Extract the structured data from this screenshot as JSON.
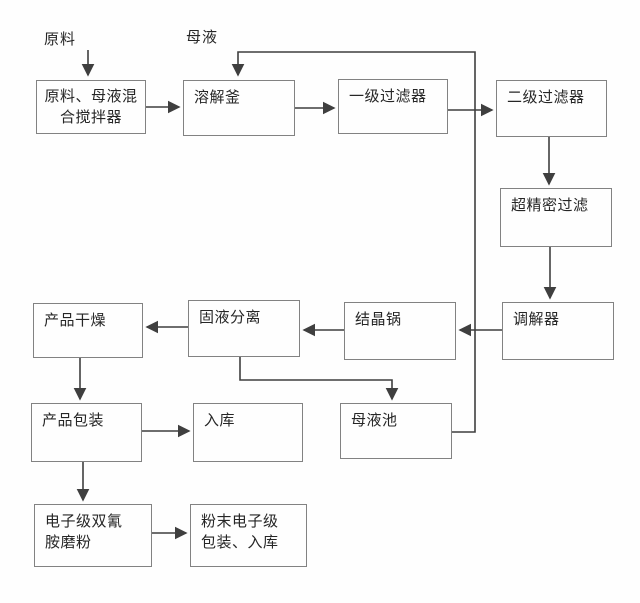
{
  "diagram": {
    "type": "flowchart",
    "language": "zh",
    "colors": {
      "background": "#fefefe",
      "box_border": "#828282",
      "line": "#3f3f3f",
      "text": "#262626"
    },
    "floating_labels": [
      {
        "id": "raw-material",
        "text": "原料"
      },
      {
        "id": "mother-liquor",
        "text": "母液"
      }
    ],
    "nodes": [
      {
        "id": "mixer",
        "label": "原料、母液混\n合搅拌器"
      },
      {
        "id": "dissolver",
        "label": "溶解釜"
      },
      {
        "id": "filter1",
        "label": "一级过滤器"
      },
      {
        "id": "filter2",
        "label": "二级过滤器"
      },
      {
        "id": "ultra-filter",
        "label": "超精密过滤"
      },
      {
        "id": "regulator",
        "label": "调解器"
      },
      {
        "id": "crystallizer",
        "label": "结晶锅"
      },
      {
        "id": "separator",
        "label": "固液分离"
      },
      {
        "id": "dryer",
        "label": "产品干燥"
      },
      {
        "id": "packaging",
        "label": "产品包装"
      },
      {
        "id": "warehouse",
        "label": "入库"
      },
      {
        "id": "mother-liquor-pool",
        "label": "母液池"
      },
      {
        "id": "grinder",
        "label": "电子级双氰\n胺磨粉"
      },
      {
        "id": "powder-packaging",
        "label": "粉末电子级\n包装、入库"
      }
    ],
    "edges": [
      {
        "from": "raw-material-label",
        "to": "mixer"
      },
      {
        "from": "mixer",
        "to": "dissolver"
      },
      {
        "from": "dissolver",
        "to": "filter1"
      },
      {
        "from": "filter1",
        "to": "filter2"
      },
      {
        "from": "filter2",
        "to": "ultra-filter"
      },
      {
        "from": "ultra-filter",
        "to": "regulator"
      },
      {
        "from": "regulator",
        "to": "crystallizer"
      },
      {
        "from": "crystallizer",
        "to": "separator"
      },
      {
        "from": "separator",
        "to": "dryer"
      },
      {
        "from": "separator",
        "to": "mother-liquor-pool"
      },
      {
        "from": "mother-liquor-pool",
        "to": "dissolver"
      },
      {
        "from": "dryer",
        "to": "packaging"
      },
      {
        "from": "packaging",
        "to": "warehouse"
      },
      {
        "from": "packaging",
        "to": "grinder"
      },
      {
        "from": "grinder",
        "to": "powder-packaging"
      }
    ]
  }
}
